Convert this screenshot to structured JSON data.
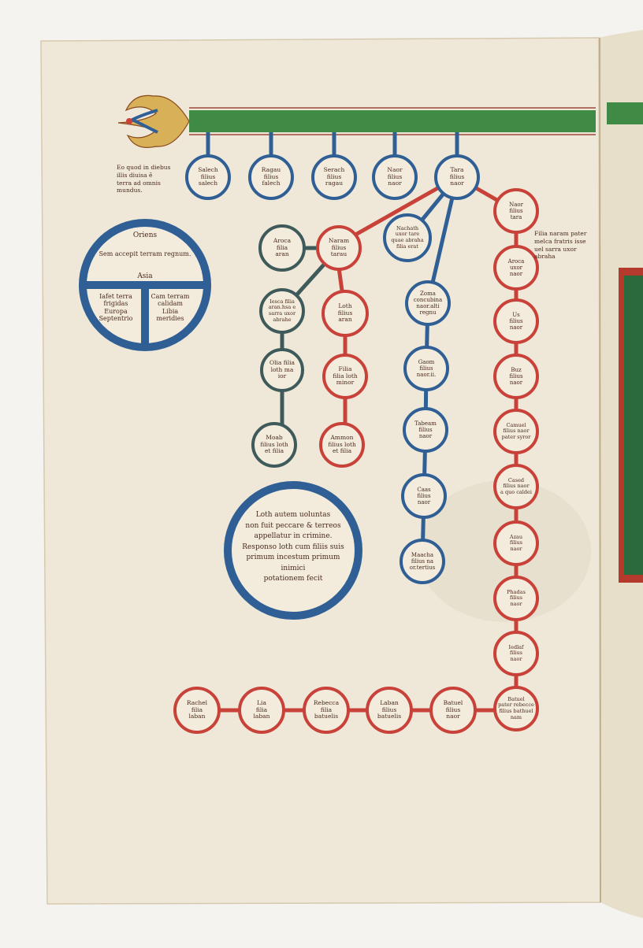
{
  "colors": {
    "parchment": "#efe8d8",
    "parchment_edge": "#d9cdb4",
    "green_band": "#3f8a45",
    "blue_line": "#2f5f94",
    "red_line": "#c9423a",
    "slate_line": "#3f5a5a",
    "ink": "#4a2a1c",
    "ornament_gold": "#d8b057"
  },
  "header_note": "Eo quod in diebus\nillis diuisa ẽ\nterra ad omnis\nmundus.",
  "world_map": {
    "title": "Oriens",
    "subtitle": "Sem accepit terram regnum.",
    "asia": "Asia",
    "left_text": "Iafet terra frigidas\nEuropa\nSeptentrio",
    "right_text": "Cam terram\ncalidam\nLibia\nmeridies"
  },
  "top_row": [
    {
      "text": "Salech\nfilius\nsalech",
      "color": "blue"
    },
    {
      "text": "Ragau\nfilius\nfalech",
      "color": "blue"
    },
    {
      "text": "Serach\nfilius\nragau",
      "color": "blue"
    },
    {
      "text": "Naor\nfilius\nnaor",
      "color": "blue"
    },
    {
      "text": "Tara\nfilius\nnaor",
      "color": "blue"
    }
  ],
  "naram_group": {
    "naram": "Naram\nfilius\ntarau",
    "aroca": "Aroca\nfilia\naran",
    "iesca": "Iesca filia\naran.hsa e\nsarra uxor\nabrahe",
    "loth": "Loth\nfilius\naran",
    "filia_maior": "Olia filia\nloth ma\nior",
    "filia_minor": "Filia\nfilia loth\nminor",
    "moab": "Moab\nfilius loth\net filia",
    "ammon": "Ammon\nfilius loth\net filia"
  },
  "abram_group": {
    "abram": "Nachath\nuxor tare\nquae abraha\nfilia erat",
    "sona": "Zoma\nconcubina\nnaor.alti\nregnu",
    "gaom": "Gaom\nfilius\nnaor.ii.",
    "tabeam": "Tabeam\nfilius\nnaor",
    "caas": "Caas\nfilius\nnaor",
    "maacha": "Maacha\nfilius na\nor.tertius"
  },
  "nahor_chain": [
    "Naor\nfilius\ntara",
    "Aroca\nuxor\nnaor",
    "Us\nfilius\nnaor",
    "Buz\nfilius\nnaor",
    "Camuel\nfilius naor\npater syror",
    "Cased\nfilius naor\na quo caldei",
    "Azau\nfilius\nnaor",
    "Phadas\nfilius\nnaor",
    "Iedlaf\nfilius\nnaor",
    "Batuel\npater rebecce\nfilius bathuel\nnam"
  ],
  "nahor_note": "Filia naram pater\nmelca fratris isse\nuel sarra uxor\nabraha",
  "bottom_row": [
    "Rachel\nfilia\nlaban",
    "Lia\nfilia\nlaban",
    "Rebecca\nfilia\nbatuelis",
    "Laban\nfilius\nbatuelis",
    "Batuel\nfilius\nnaor"
  ],
  "loth_note": "Loth autem uoluntas\nnon fuit peccare & terreos\nappellatur in crimine.\nResponso loth cum filiis suis\nprimum incestum primum inimici\npotationem fecit"
}
